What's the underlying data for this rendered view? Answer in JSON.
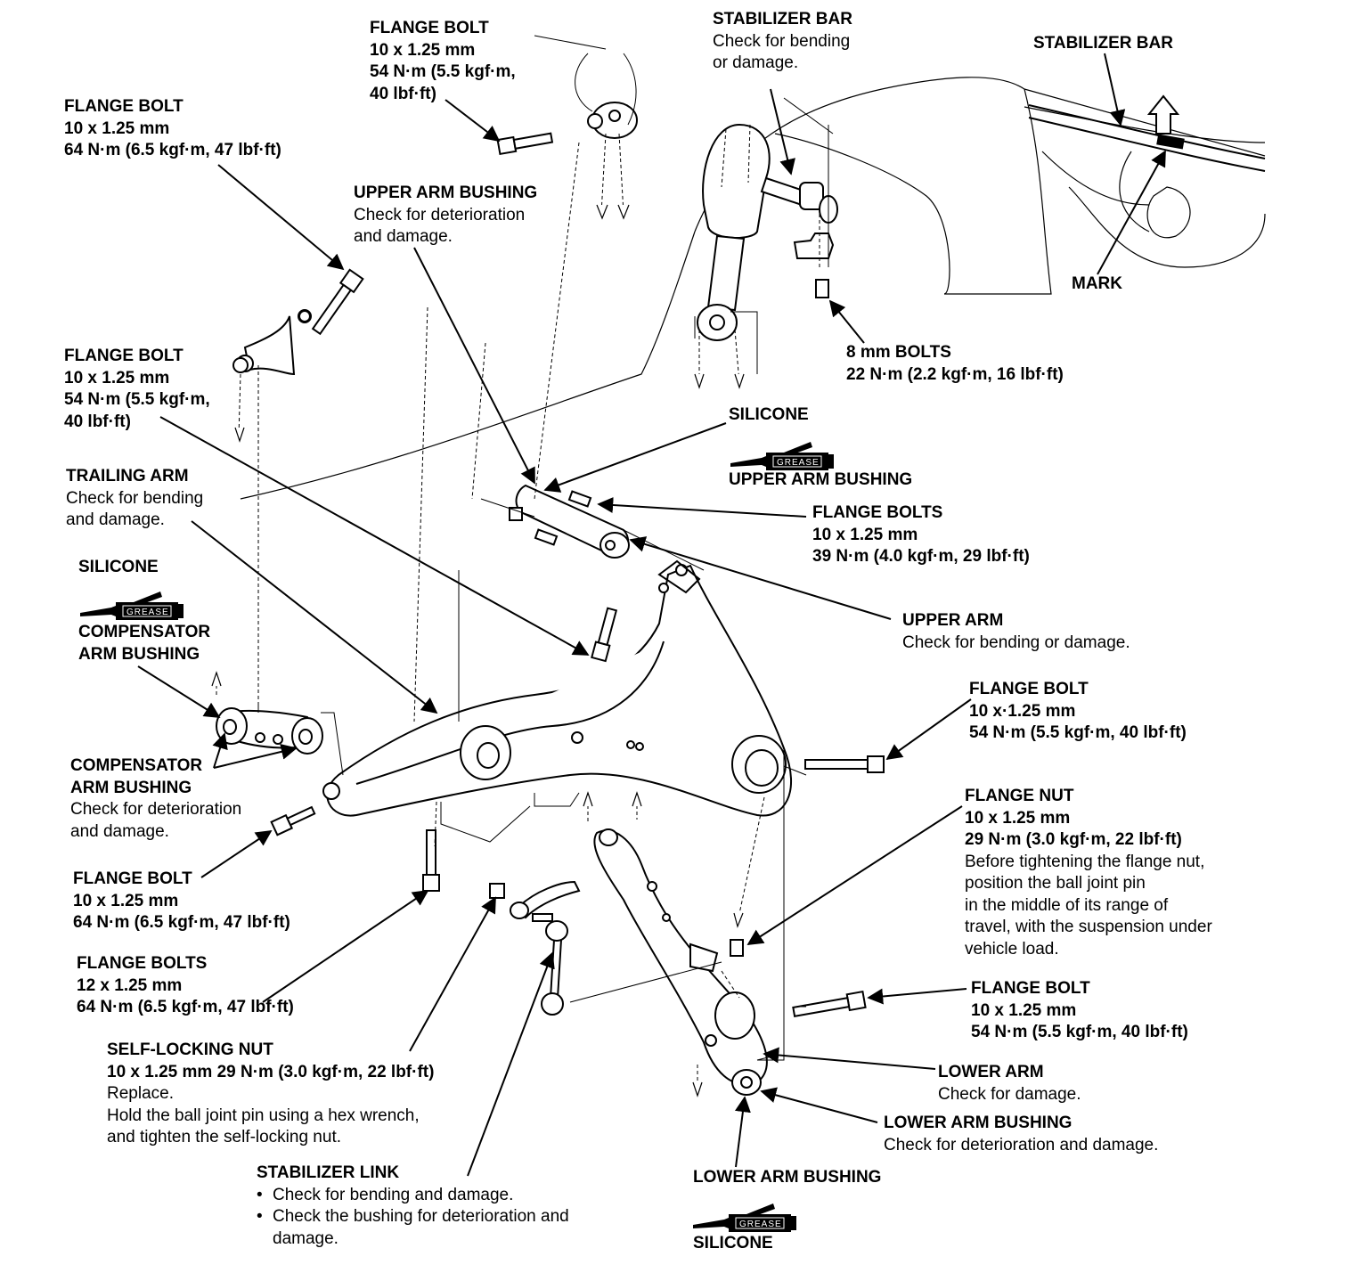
{
  "labels": {
    "flange_bolt_top": {
      "title": "FLANGE BOLT",
      "lines": [
        "10 x 1.25 mm",
        "54 N·m (5.5 kgf·m,",
        "40 lbf·ft)"
      ]
    },
    "flange_bolt_upper_left": {
      "title": "FLANGE BOLT",
      "lines": [
        "10 x 1.25 mm",
        "64 N·m (6.5 kgf·m, 47 lbf·ft)"
      ]
    },
    "stabilizer_bar": {
      "title": "STABILIZER BAR",
      "lines": [
        "Check for bending",
        "or damage."
      ]
    },
    "stabilizer_bar_inset": {
      "title": "STABILIZER BAR"
    },
    "upper_arm_bushing": {
      "title": "UPPER ARM BUSHING",
      "lines": [
        "Check for deterioration",
        "and damage."
      ]
    },
    "mark": {
      "title": "MARK"
    },
    "bolts_8mm": {
      "title": "8 mm BOLTS",
      "lines": [
        "22 N·m (2.2 kgf·m, 16 lbf·ft)"
      ]
    },
    "flange_bolt_mid_left": {
      "title": "FLANGE BOLT",
      "lines": [
        "10 x 1.25 mm",
        "54 N·m (5.5 kgf·m,",
        "40 lbf·ft)"
      ]
    },
    "silicone_upper": {
      "title": "SILICONE"
    },
    "upper_arm_bushing_grease": {
      "title": "UPPER ARM BUSHING"
    },
    "trailing_arm": {
      "title": "TRAILING ARM",
      "lines": [
        "Check for bending",
        "and damage."
      ]
    },
    "flange_bolts_upper_arm": {
      "title": "FLANGE BOLTS",
      "lines": [
        "10 x 1.25 mm",
        "39 N·m (4.0 kgf·m, 29 lbf·ft)"
      ]
    },
    "silicone_left": {
      "title": "SILICONE"
    },
    "compensator_arm_bushing_grease": {
      "title": "COMPENSATOR",
      "lines": [
        "ARM BUSHING"
      ]
    },
    "upper_arm": {
      "title": "UPPER ARM",
      "lines": [
        "Check for bending or damage."
      ]
    },
    "flange_bolt_right": {
      "title": "FLANGE BOLT",
      "lines": [
        "10 x·1.25 mm",
        "54 N·m (5.5 kgf·m, 40 lbf·ft)"
      ]
    },
    "compensator_arm_bushing": {
      "title": "COMPENSATOR",
      "lines": [
        "ARM BUSHING",
        "Check for deterioration",
        "and damage."
      ]
    },
    "flange_nut": {
      "title": "FLANGE NUT",
      "lines": [
        "10 x 1.25 mm",
        "29 N·m (3.0 kgf·m, 22 lbf·ft)",
        "Before tightening the flange nut,",
        "position the ball joint pin",
        "in the middle of its range of",
        "travel, with the suspension under",
        "vehicle load."
      ]
    },
    "flange_bolt_lower_left": {
      "title": "FLANGE BOLT",
      "lines": [
        "10 x 1.25 mm",
        "64 N·m (6.5 kgf·m, 47 lbf·ft)"
      ]
    },
    "flange_bolts_12mm": {
      "title": "FLANGE BOLTS",
      "lines": [
        "12 x 1.25 mm",
        "64 N·m (6.5 kgf·m, 47 lbf·ft)"
      ]
    },
    "flange_bolt_lower_right": {
      "title": "FLANGE BOLT",
      "lines": [
        "10 x 1.25 mm",
        "54 N·m (5.5 kgf·m, 40 lbf·ft)"
      ]
    },
    "self_locking_nut": {
      "title": "SELF-LOCKING NUT",
      "lines": [
        "10 x 1.25 mm 29 N·m (3.0 kgf·m, 22 lbf·ft)",
        "Replace.",
        "Hold the ball joint pin using a hex wrench,",
        "and tighten the self-locking nut."
      ]
    },
    "lower_arm": {
      "title": "LOWER ARM",
      "lines": [
        "Check for damage."
      ]
    },
    "lower_arm_bushing": {
      "title": "LOWER ARM BUSHING",
      "lines": [
        "Check for deterioration and damage."
      ]
    },
    "stabilizer_link": {
      "title": "STABILIZER LINK",
      "bullets": [
        "Check for bending and damage.",
        "Check the bushing for deterioration and",
        "damage."
      ]
    },
    "lower_arm_bushing_grease": {
      "title": "LOWER ARM BUSHING"
    },
    "silicone_bottom": {
      "title": "SILICONE"
    }
  },
  "grease_tag": "GREASE",
  "icons": [
    "grease-tube-icon",
    "up-arrow-icon"
  ],
  "colors": {
    "ink": "#000000",
    "paper": "#ffffff"
  }
}
